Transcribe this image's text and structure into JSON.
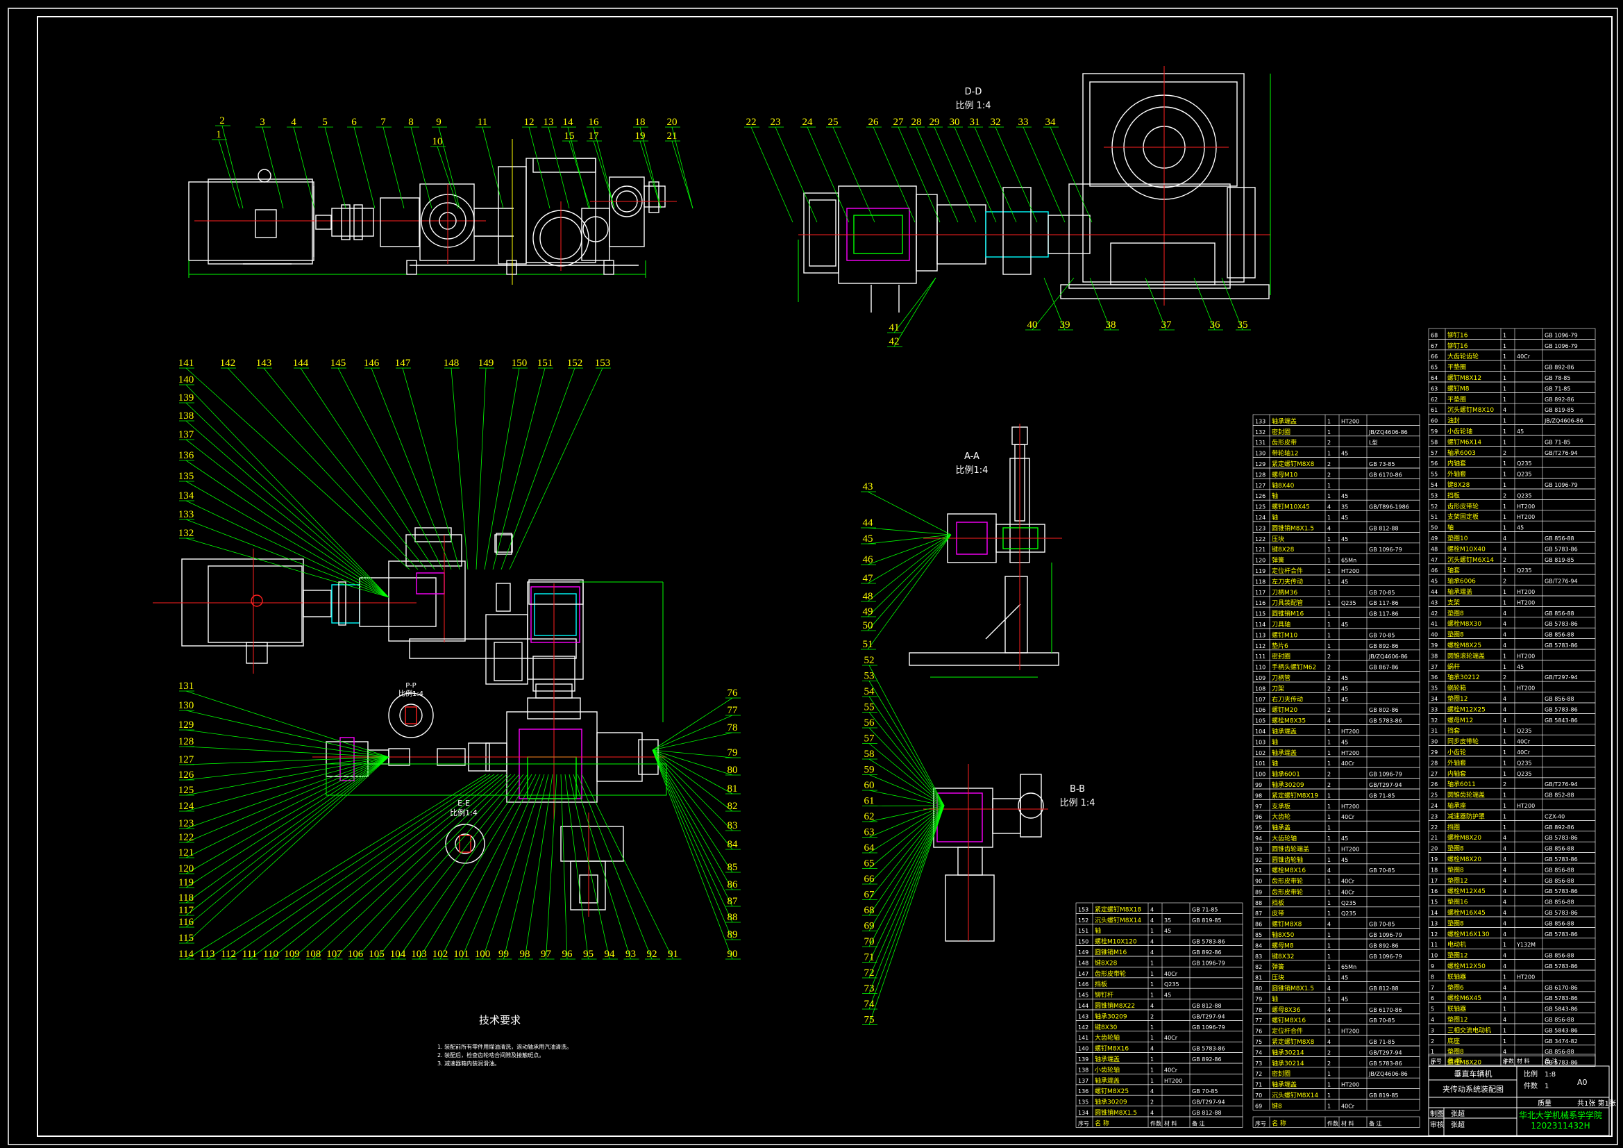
{
  "views": {
    "dd": {
      "title": "D-D",
      "scale": "比例 1:4"
    },
    "aa": {
      "title": "A-A",
      "scale": "比例1:4"
    },
    "bb": {
      "title": "B-B",
      "scale": "比例 1:4"
    },
    "pp": {
      "title": "P-P",
      "scale": "比例1:4"
    },
    "ee": {
      "title": "E-E",
      "scale": "比例1:4"
    }
  },
  "tech": {
    "title": "技术要求",
    "lines": [
      "1. 装配前所有零件用煤油清洗，滚动轴承用汽油清洗。",
      "2. 装配后，检查齿轮啮合间隙及接触斑点。",
      "3. 减速器箱内装润滑油。"
    ]
  },
  "top_labels": [
    "1",
    "2",
    "3",
    "4",
    "5",
    "6",
    "7",
    "8",
    "9",
    "10",
    "11",
    "12",
    "13",
    "14",
    "15",
    "16",
    "17",
    "18",
    "19",
    "20",
    "21"
  ],
  "dd_labels": [
    "22",
    "23",
    "24",
    "25",
    "26",
    "27",
    "28",
    "29",
    "30",
    "31",
    "32",
    "33",
    "34",
    "35",
    "36",
    "37",
    "38",
    "39",
    "40",
    "41",
    "42"
  ],
  "aa_labels": [
    "43",
    "44",
    "45",
    "46",
    "47",
    "48",
    "49",
    "50",
    "51"
  ],
  "bb_labels": [
    "52",
    "53",
    "54",
    "55",
    "56",
    "57",
    "58",
    "59",
    "60",
    "61",
    "62",
    "63",
    "64",
    "65",
    "66",
    "67",
    "68",
    "69",
    "70",
    "71",
    "72",
    "73",
    "74",
    "75"
  ],
  "right_labels": [
    "76",
    "77",
    "78",
    "79",
    "80",
    "81",
    "82",
    "83",
    "84",
    "85",
    "86",
    "87",
    "88",
    "89",
    "90"
  ],
  "bottom_labels": [
    "114",
    "113",
    "112",
    "111",
    "110",
    "109",
    "108",
    "107",
    "106",
    "105",
    "104",
    "103",
    "102",
    "101",
    "100",
    "99",
    "98",
    "97",
    "96",
    "95",
    "94",
    "93",
    "92",
    "91"
  ],
  "left_labels": [
    "132",
    "133",
    "134",
    "135",
    "136",
    "137",
    "138",
    "139",
    "140",
    "131",
    "130",
    "129",
    "128",
    "127",
    "126",
    "125",
    "124",
    "123",
    "122",
    "121",
    "120",
    "119",
    "118",
    "117",
    "116",
    "115"
  ],
  "top2_labels": [
    "141",
    "142",
    "143",
    "144",
    "145",
    "146",
    "147",
    "148",
    "149",
    "150",
    "151",
    "152",
    "153"
  ],
  "title_block": {
    "col_headers": [
      "序号",
      "名 称",
      "件数",
      "材 料",
      "备 注"
    ],
    "title1": "垂直车辆机",
    "title2": "夹传动系统装配图",
    "scale_label": "比例",
    "scale_val": "1:8",
    "qty_label": "件数",
    "qty_val": "1",
    "sheet": "A0",
    "drawer_label": "制图",
    "drawer": "张超",
    "check_label": "审核",
    "school": "华北大学机械系学学院",
    "id": "1202311432H",
    "sheet_info": "共1张 第1张",
    "mass": "质量"
  },
  "parts_table_right": [
    [
      "68",
      "铆钉16",
      "1",
      "",
      "GB 1096-79"
    ],
    [
      "67",
      "铆钉16",
      "1",
      "",
      "GB 1096-79"
    ],
    [
      "66",
      "大齿轮齿轮",
      "1",
      "40Cr",
      ""
    ],
    [
      "65",
      "平垫圈",
      "1",
      "",
      "GB 892-86"
    ],
    [
      "64",
      "螺钉M8X12",
      "1",
      "",
      "GB 78-85"
    ],
    [
      "63",
      "螺钉M8",
      "1",
      "",
      "GB 71-85"
    ],
    [
      "62",
      "平垫圈",
      "1",
      "",
      "GB 892-86"
    ],
    [
      "61",
      "沉头螺钉M8X10",
      "4",
      "",
      "GB 819-85"
    ],
    [
      "60",
      "油封",
      "1",
      "",
      "JB/ZQ4606-86"
    ],
    [
      "59",
      "小齿轮轴",
      "1",
      "45",
      ""
    ],
    [
      "58",
      "螺钉M6X14",
      "1",
      "",
      "GB 71-85"
    ],
    [
      "57",
      "轴承6003",
      "2",
      "",
      "GB/T276-94"
    ],
    [
      "56",
      "内轴套",
      "1",
      "Q235",
      ""
    ],
    [
      "55",
      "外轴套",
      "1",
      "Q235",
      ""
    ],
    [
      "54",
      "键8X28",
      "1",
      "",
      "GB 1096-79"
    ],
    [
      "53",
      "挡板",
      "2",
      "Q235",
      ""
    ],
    [
      "52",
      "齿形皮带轮",
      "1",
      "HT200",
      ""
    ],
    [
      "51",
      "支架固定板",
      "1",
      "HT200",
      ""
    ],
    [
      "50",
      "轴",
      "1",
      "45",
      ""
    ],
    [
      "49",
      "垫圈10",
      "4",
      "",
      "GB 856-88"
    ],
    [
      "48",
      "螺栓M10X40",
      "4",
      "",
      "GB 5783-86"
    ],
    [
      "47",
      "沉头螺钉M6X14",
      "2",
      "",
      "GB 819-85"
    ],
    [
      "46",
      "轴套",
      "1",
      "Q235",
      ""
    ],
    [
      "45",
      "轴承6006",
      "2",
      "",
      "GB/T276-94"
    ],
    [
      "44",
      "轴承端盖",
      "1",
      "HT200",
      ""
    ],
    [
      "43",
      "支架",
      "1",
      "HT200",
      ""
    ],
    [
      "42",
      "垫圈8",
      "4",
      "",
      "GB 856-88"
    ],
    [
      "41",
      "螺栓M8X30",
      "4",
      "",
      "GB 5783-86"
    ],
    [
      "40",
      "垫圈8",
      "4",
      "",
      "GB 856-88"
    ],
    [
      "39",
      "螺栓M8X25",
      "4",
      "",
      "GB 5783-86"
    ],
    [
      "38",
      "圆锥滚轮端盖",
      "1",
      "HT200",
      ""
    ],
    [
      "37",
      "蜗杆",
      "1",
      "45",
      ""
    ],
    [
      "36",
      "轴承30212",
      "2",
      "",
      "GB/T297-94"
    ],
    [
      "35",
      "蜗轮箱",
      "1",
      "HT200",
      ""
    ],
    [
      "34",
      "垫圈12",
      "4",
      "",
      "GB 856-88"
    ],
    [
      "33",
      "螺栓M12X25",
      "4",
      "",
      "GB 5783-86"
    ],
    [
      "32",
      "螺母M12",
      "4",
      "",
      "GB 5843-86"
    ],
    [
      "31",
      "挡套",
      "1",
      "Q235",
      ""
    ],
    [
      "30",
      "同步皮带轮",
      "1",
      "40Cr",
      ""
    ],
    [
      "29",
      "小齿轮",
      "1",
      "40Cr",
      ""
    ],
    [
      "28",
      "外轴套",
      "1",
      "Q235",
      ""
    ],
    [
      "27",
      "内轴套",
      "1",
      "Q235",
      ""
    ],
    [
      "26",
      "轴承6011",
      "2",
      "",
      "GB/T276-94"
    ],
    [
      "25",
      "圆锥齿轮端盖",
      "1",
      "",
      "GB 852-88"
    ],
    [
      "24",
      "轴承座",
      "1",
      "HT200",
      ""
    ],
    [
      "23",
      "减速器防护罩",
      "1",
      "",
      "CZX-40"
    ],
    [
      "22",
      "挡圈",
      "1",
      "",
      "GB 892-86"
    ],
    [
      "21",
      "螺栓M8X20",
      "4",
      "",
      "GB 5783-86"
    ],
    [
      "20",
      "垫圈8",
      "4",
      "",
      "GB 856-88"
    ],
    [
      "19",
      "螺栓M8X20",
      "4",
      "",
      "GB 5783-86"
    ],
    [
      "18",
      "垫圈8",
      "4",
      "",
      "GB 856-88"
    ],
    [
      "17",
      "垫圈12",
      "4",
      "",
      "GB 856-88"
    ],
    [
      "16",
      "螺栓M12X45",
      "4",
      "",
      "GB 5783-86"
    ],
    [
      "15",
      "垫圈16",
      "4",
      "",
      "GB 856-88"
    ],
    [
      "14",
      "螺栓M16X45",
      "4",
      "",
      "GB 5783-86"
    ],
    [
      "13",
      "垫圈8",
      "4",
      "",
      "GB 856-88"
    ],
    [
      "12",
      "螺栓M16X130",
      "4",
      "",
      "GB 5783-86"
    ],
    [
      "11",
      "电动机",
      "1",
      "Y132M",
      ""
    ],
    [
      "10",
      "垫圈12",
      "4",
      "",
      "GB 856-88"
    ],
    [
      "9",
      "螺栓M12X50",
      "4",
      "",
      "GB 5783-86"
    ],
    [
      "8",
      "联轴器",
      "1",
      "HT200",
      ""
    ],
    [
      "7",
      "垫圈6",
      "4",
      "",
      "GB 6170-86"
    ],
    [
      "6",
      "螺栓M6X45",
      "4",
      "",
      "GB 5783-86"
    ],
    [
      "5",
      "联轴器",
      "1",
      "",
      "GB 5843-86"
    ],
    [
      "4",
      "垫圈12",
      "4",
      "",
      "GB 856-88"
    ],
    [
      "3",
      "三相交流电动机",
      "1",
      "",
      "GB 5843-86"
    ],
    [
      "2",
      "底座",
      "1",
      "",
      "GB 3474-82"
    ],
    [
      "1",
      "垫圈8",
      "4",
      "",
      "GB 856-88"
    ],
    [
      "0",
      "螺栓M8X20",
      "4",
      "",
      "GB 5783-86"
    ]
  ],
  "parts_table_mid": [
    [
      "133",
      "轴承端盖",
      "1",
      "HT200",
      ""
    ],
    [
      "132",
      "密封圈",
      "1",
      "",
      "JB/ZQ4606-86"
    ],
    [
      "131",
      "齿形皮带",
      "2",
      "",
      "L型"
    ],
    [
      "130",
      "带轮轴12",
      "1",
      "45",
      ""
    ],
    [
      "129",
      "紧定螺钉M8X8",
      "2",
      "",
      "GB 73-85"
    ],
    [
      "128",
      "螺母M10",
      "2",
      "",
      "GB 6170-86"
    ],
    [
      "127",
      "轴8X40",
      "1",
      "",
      ""
    ],
    [
      "126",
      "轴",
      "1",
      "45",
      ""
    ],
    [
      "125",
      "螺钉M10X45",
      "4",
      "35",
      "GB/T896-1986"
    ],
    [
      "124",
      "轴",
      "1",
      "45",
      ""
    ],
    [
      "123",
      "圆锥销M8X1.5",
      "4",
      "",
      "GB 812-88"
    ],
    [
      "122",
      "压块",
      "1",
      "45",
      ""
    ],
    [
      "121",
      "键8X28",
      "1",
      "",
      "GB 1096-79"
    ],
    [
      "120",
      "弹簧",
      "1",
      "65Mn",
      ""
    ],
    [
      "119",
      "定位杆合件",
      "1",
      "HT200",
      ""
    ],
    [
      "118",
      "左刀夹传动",
      "1",
      "45",
      ""
    ],
    [
      "117",
      "刀柄M36",
      "1",
      "",
      "GB 70-85"
    ],
    [
      "116",
      "刀具装配管",
      "1",
      "Q235",
      "GB 117-86"
    ],
    [
      "115",
      "圆锥销M16",
      "1",
      "",
      "GB 117-86"
    ],
    [
      "114",
      "刀具轴",
      "1",
      "45",
      ""
    ],
    [
      "113",
      "螺钉M10",
      "1",
      "",
      "GB 70-85"
    ],
    [
      "112",
      "垫片6",
      "1",
      "",
      "GB 892-86"
    ],
    [
      "111",
      "密封圈",
      "2",
      "",
      "JB/ZQ4606-86"
    ],
    [
      "110",
      "手柄头螺钉M62",
      "2",
      "",
      "GB 867-86"
    ],
    [
      "109",
      "刀柄管",
      "2",
      "45",
      ""
    ],
    [
      "108",
      "刀架",
      "2",
      "45",
      ""
    ],
    [
      "107",
      "右刀夹传动",
      "1",
      "45",
      ""
    ],
    [
      "106",
      "螺钉M20",
      "2",
      "",
      "GB 802-86"
    ],
    [
      "105",
      "螺栓M8X35",
      "4",
      "",
      "GB 5783-86"
    ],
    [
      "104",
      "轴承端盖",
      "1",
      "HT200",
      ""
    ],
    [
      "103",
      "轴",
      "1",
      "45",
      ""
    ],
    [
      "102",
      "轴承端盖",
      "1",
      "HT200",
      ""
    ],
    [
      "101",
      "轴",
      "1",
      "40Cr",
      ""
    ],
    [
      "100",
      "轴承6001",
      "2",
      "",
      "GB 1096-79"
    ],
    [
      "99",
      "轴承30209",
      "2",
      "",
      "GB/T297-94"
    ],
    [
      "98",
      "紧定螺钉M8X19",
      "1",
      "",
      "GB 71-85"
    ],
    [
      "97",
      "支承板",
      "1",
      "HT200",
      ""
    ],
    [
      "96",
      "大齿轮",
      "1",
      "40Cr",
      ""
    ],
    [
      "95",
      "轴承盖",
      "1",
      "",
      ""
    ],
    [
      "94",
      "大齿轮轴",
      "1",
      "45",
      ""
    ],
    [
      "93",
      "圆锥齿轮端盖",
      "1",
      "HT200",
      ""
    ],
    [
      "92",
      "圆锥齿轮轴",
      "1",
      "45",
      ""
    ],
    [
      "91",
      "螺栓M8X16",
      "4",
      "",
      "GB 70-85"
    ],
    [
      "90",
      "齿形皮带轮",
      "1",
      "40Cr",
      ""
    ]
  ],
  "parts_table_mid2": [
    [
      "89",
      "齿形皮带轮",
      "1",
      "40Cr",
      ""
    ],
    [
      "88",
      "挡板",
      "1",
      "Q235",
      ""
    ],
    [
      "87",
      "皮带",
      "1",
      "Q235",
      ""
    ],
    [
      "86",
      "螺钉M8X8",
      "4",
      "",
      "GB 70-85"
    ],
    [
      "85",
      "轴8X50",
      "1",
      "",
      "GB 1096-79"
    ],
    [
      "84",
      "螺母M8",
      "1",
      "",
      "GB 892-86"
    ],
    [
      "83",
      "键8X32",
      "1",
      "",
      "GB 1096-79"
    ],
    [
      "82",
      "弹簧",
      "1",
      "65Mn",
      ""
    ],
    [
      "81",
      "压块",
      "1",
      "45",
      ""
    ],
    [
      "80",
      "圆锥销M8X1.5",
      "4",
      "",
      "GB 812-88"
    ],
    [
      "79",
      "轴",
      "1",
      "45",
      ""
    ],
    [
      "78",
      "螺母8X36",
      "4",
      "",
      "GB 6170-86"
    ],
    [
      "77",
      "螺钉M8X16",
      "4",
      "",
      "GB 70-85"
    ],
    [
      "76",
      "定位杆合件",
      "1",
      "HT200",
      ""
    ],
    [
      "75",
      "紧定螺钉M8X8",
      "4",
      "",
      "GB 71-85"
    ],
    [
      "74",
      "轴承30214",
      "2",
      "",
      "GB/T297-94"
    ],
    [
      "73",
      "轴承30214",
      "2",
      "",
      "GB 5783-86"
    ],
    [
      "72",
      "密封圈",
      "1",
      "",
      "JB/ZQ4606-86"
    ],
    [
      "71",
      "轴承端盖",
      "1",
      "HT200",
      ""
    ],
    [
      "70",
      "沉头螺钉M8X14",
      "1",
      "",
      "GB 819-85"
    ],
    [
      "69",
      "键8",
      "1",
      "40Cr",
      ""
    ]
  ],
  "parts_table_bottom": [
    [
      "153",
      "紧定螺钉M8X18",
      "4",
      "",
      "GB 71-85"
    ],
    [
      "152",
      "沉头螺钉M8X14",
      "4",
      "35",
      "GB 819-85"
    ],
    [
      "151",
      "轴",
      "1",
      "45",
      ""
    ],
    [
      "150",
      "螺栓M10X120",
      "4",
      "",
      "GB 5783-86"
    ],
    [
      "149",
      "圆锥销M16",
      "4",
      "",
      "GB 892-86"
    ],
    [
      "148",
      "键8X28",
      "1",
      "",
      "GB 1096-79"
    ],
    [
      "147",
      "齿形皮带轮",
      "1",
      "40Cr",
      ""
    ],
    [
      "146",
      "挡板",
      "1",
      "Q235",
      ""
    ],
    [
      "145",
      "铆钉杆",
      "1",
      "45",
      ""
    ],
    [
      "144",
      "圆锥销M8X22",
      "4",
      "",
      "GB 812-88"
    ],
    [
      "143",
      "轴承30209",
      "2",
      "",
      "GB/T297-94"
    ],
    [
      "142",
      "键8X30",
      "1",
      "",
      "GB 1096-79"
    ],
    [
      "141",
      "大齿轮轴",
      "1",
      "40Cr",
      ""
    ],
    [
      "140",
      "螺钉M8X16",
      "4",
      "",
      "GB 5783-86"
    ],
    [
      "139",
      "轴承端盖",
      "1",
      "",
      "GB 892-86"
    ],
    [
      "138",
      "小齿轮轴",
      "1",
      "40Cr",
      ""
    ],
    [
      "137",
      "轴承端盖",
      "1",
      "HT200",
      ""
    ],
    [
      "136",
      "螺钉M8X25",
      "4",
      "",
      "GB 70-85"
    ],
    [
      "135",
      "轴承30209",
      "2",
      "",
      "GB/T297-94"
    ],
    [
      "134",
      "圆锥销M8X1.5",
      "4",
      "",
      "GB 812-88"
    ]
  ]
}
